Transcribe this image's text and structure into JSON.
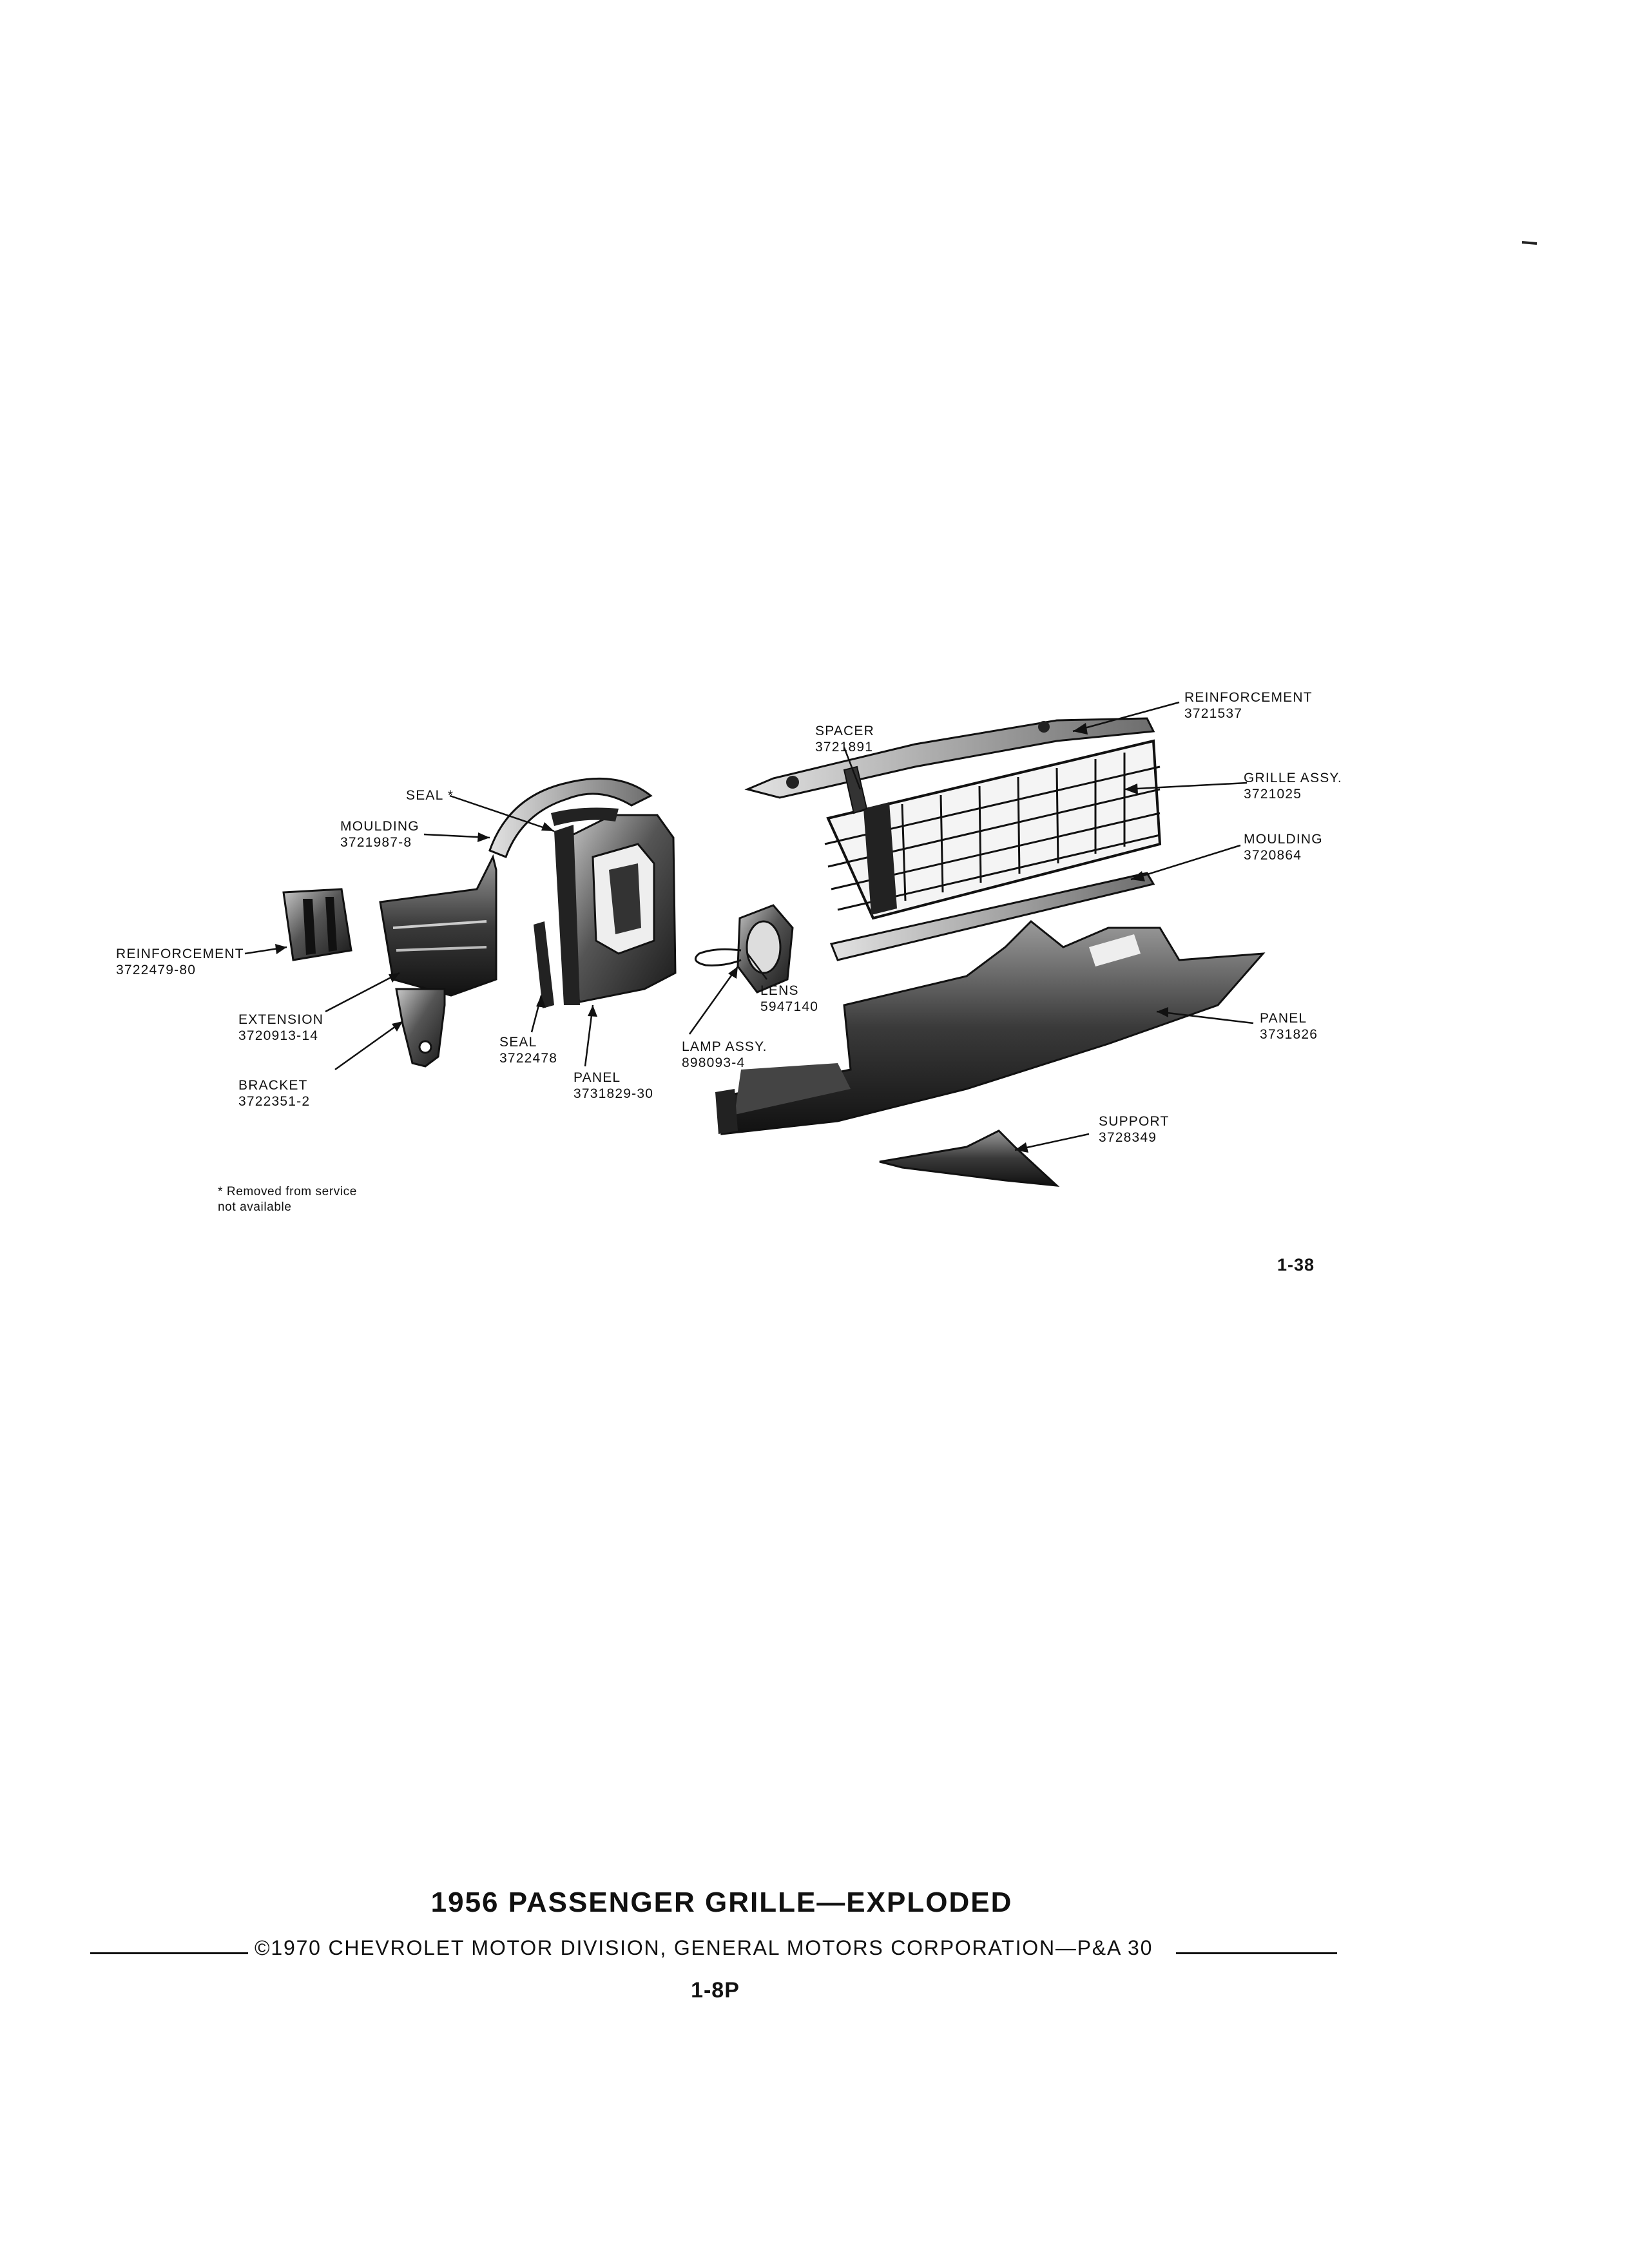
{
  "labels": {
    "reinforcement_top": {
      "name": "REINFORCEMENT",
      "part": "3721537"
    },
    "spacer": {
      "name": "SPACER",
      "part": "3721891"
    },
    "grille_assy": {
      "name": "GRILLE ASSY.",
      "part": "3721025"
    },
    "moulding_right": {
      "name": "MOULDING",
      "part": "3720864"
    },
    "seal_top": {
      "name": "SEAL *"
    },
    "moulding_left": {
      "name": "MOULDING",
      "part": "3721987-8"
    },
    "reinforcement_left": {
      "name": "REINFORCEMENT",
      "part": "3722479-80"
    },
    "extension": {
      "name": "EXTENSION",
      "part": "3720913-14"
    },
    "bracket": {
      "name": "BRACKET",
      "part": "3722351-2"
    },
    "seal_bottom": {
      "name": "SEAL",
      "part": "3722478"
    },
    "panel_left": {
      "name": "PANEL",
      "part": "3731829-30"
    },
    "lens": {
      "name": "LENS",
      "part": "5947140"
    },
    "lamp_assy": {
      "name": "LAMP ASSY.",
      "part": "898093-4"
    },
    "panel_right": {
      "name": "PANEL",
      "part": "3731826"
    },
    "support": {
      "name": "SUPPORT",
      "part": "3728349"
    }
  },
  "footnote": {
    "line1": "* Removed from service",
    "line2": "not available"
  },
  "figure_number": "1-38",
  "title": "1956 PASSENGER GRILLE—EXPLODED",
  "copyright": "©1970 CHEVROLET MOTOR DIVISION, GENERAL MOTORS CORPORATION—P&A 30",
  "page_number": "1-8P"
}
